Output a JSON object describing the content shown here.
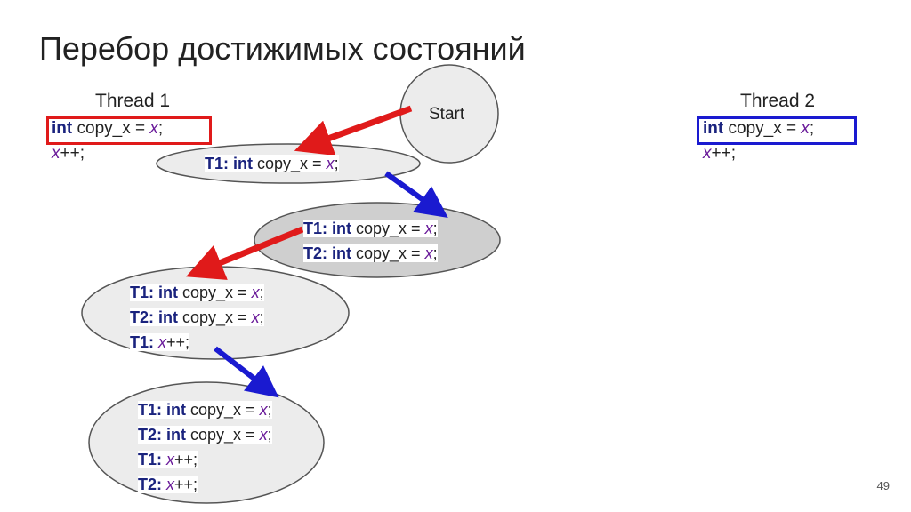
{
  "slide": {
    "title": "Перебор достижимых состояний",
    "page_number": "49"
  },
  "thread1": {
    "header": "Thread 1",
    "line1": {
      "kw": "int",
      "text": " copy_x = ",
      "var": "x",
      "end": ";"
    },
    "line2": {
      "var": "x",
      "text": "++;"
    }
  },
  "thread2": {
    "header": "Thread 2",
    "line1": {
      "kw": "int",
      "text": " copy_x = ",
      "var": "x",
      "end": ";"
    },
    "line2": {
      "var": "x",
      "text": "++;"
    }
  },
  "start": {
    "label": "Start"
  },
  "states": {
    "s1": {
      "l1": {
        "who": "T1: ",
        "kw": "int",
        "text": " copy_x = ",
        "var": "x",
        "end": ";"
      }
    },
    "s2": {
      "l1": {
        "who": "T1: ",
        "kw": "int",
        "text": " copy_x = ",
        "var": "x",
        "end": ";"
      },
      "l2": {
        "who": "T2: ",
        "kw": "int",
        "text": " copy_x = ",
        "var": "x",
        "end": ";"
      }
    },
    "s3": {
      "l1": {
        "who": "T1: ",
        "kw": "int",
        "text": " copy_x = ",
        "var": "x",
        "end": ";"
      },
      "l2": {
        "who": "T2: ",
        "kw": "int",
        "text": " copy_x = ",
        "var": "x",
        "end": ";"
      },
      "l3": {
        "who": "T1: ",
        "var": "x",
        "text": "++;"
      }
    },
    "s4": {
      "l1": {
        "who": "T1: ",
        "kw": "int",
        "text": " copy_x = ",
        "var": "x",
        "end": ";"
      },
      "l2": {
        "who": "T2: ",
        "kw": "int",
        "text": " copy_x = ",
        "var": "x",
        "end": ";"
      },
      "l3": {
        "who": "T1: ",
        "var": "x",
        "text": "++;"
      },
      "l4": {
        "who": "T2: ",
        "var": "x",
        "text": "++;"
      }
    }
  },
  "colors": {
    "thread1_arrow": "#e01a1a",
    "thread2_arrow": "#1a1ad0",
    "node_fill": "#ececec",
    "node_fill_dark": "#cfcfcf",
    "node_stroke": "#555555"
  }
}
